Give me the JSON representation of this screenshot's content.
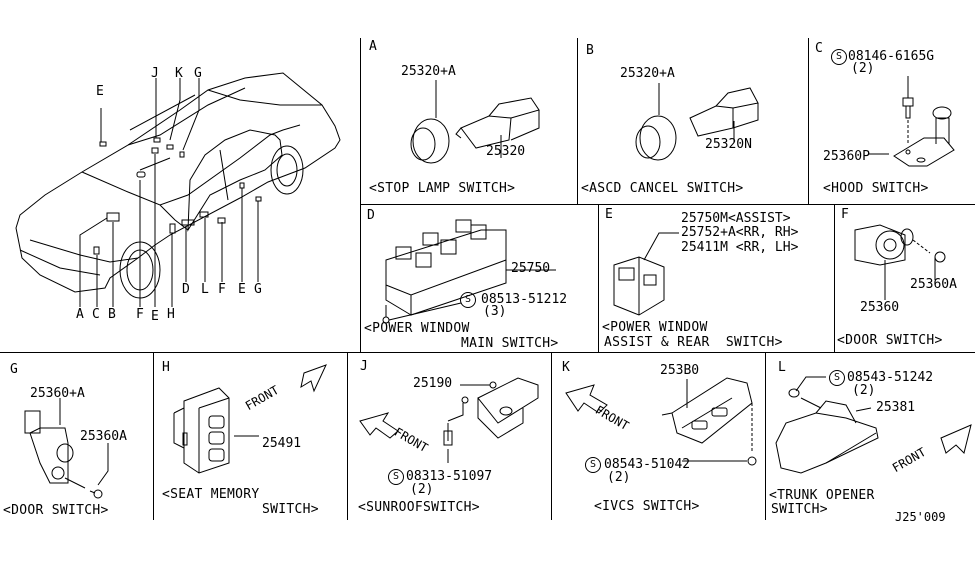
{
  "diagram": {
    "title_code": "J25'009",
    "overview": {
      "location_labels_top": [
        "E",
        "J",
        "K",
        "G"
      ],
      "location_labels_bottom": [
        "A",
        "C",
        "B",
        "F",
        "E",
        "H",
        "D",
        "L",
        "F",
        "E",
        "G"
      ]
    },
    "panels": [
      {
        "id": "A",
        "caption": "<STOP LAMP SWITCH>",
        "parts": [
          "25320+A",
          "25320"
        ]
      },
      {
        "id": "B",
        "caption": "<ASCD CANCEL SWITCH>",
        "parts": [
          "25320+A",
          "25320N"
        ]
      },
      {
        "id": "C",
        "caption": "<HOOD SWITCH>",
        "parts": [
          "08146-6165G",
          "(2)",
          "25360P"
        ]
      },
      {
        "id": "D",
        "caption_line1": "<POWER WINDOW",
        "caption_line2": "MAIN SWITCH>",
        "parts": [
          "25750",
          "08513-51212",
          "(3)"
        ]
      },
      {
        "id": "E",
        "caption_line1": "<POWER WINDOW",
        "caption_line2": "ASSIST & REAR  SWITCH>",
        "parts": [
          "25750M<ASSIST>",
          "25752+A<RR, RH>",
          "25411M <RR, LH>"
        ]
      },
      {
        "id": "F",
        "caption": "<DOOR SWITCH>",
        "parts": [
          "25360A",
          "25360"
        ]
      },
      {
        "id": "G",
        "caption": "<DOOR SWITCH>",
        "parts": [
          "25360+A",
          "25360A"
        ]
      },
      {
        "id": "H",
        "caption_line1": "<SEAT MEMORY",
        "caption_line2": "SWITCH>",
        "parts": [
          "25491"
        ],
        "front_label": "FRONT"
      },
      {
        "id": "J",
        "caption": "<SUNROOFSWITCH>",
        "parts": [
          "25190",
          "08313-51097",
          "(2)"
        ],
        "front_label": "FRONT"
      },
      {
        "id": "K",
        "caption": "<IVCS SWITCH>",
        "parts": [
          "253B0",
          "08543-51042",
          "(2)"
        ],
        "front_label": "FRONT"
      },
      {
        "id": "L",
        "caption_line1": "<TRUNK OPENER",
        "caption_line2": "SWITCH>",
        "parts": [
          "08543-51242",
          "(2)",
          "25381"
        ],
        "front_label": "FRONT"
      }
    ],
    "screw_symbol": "S"
  }
}
